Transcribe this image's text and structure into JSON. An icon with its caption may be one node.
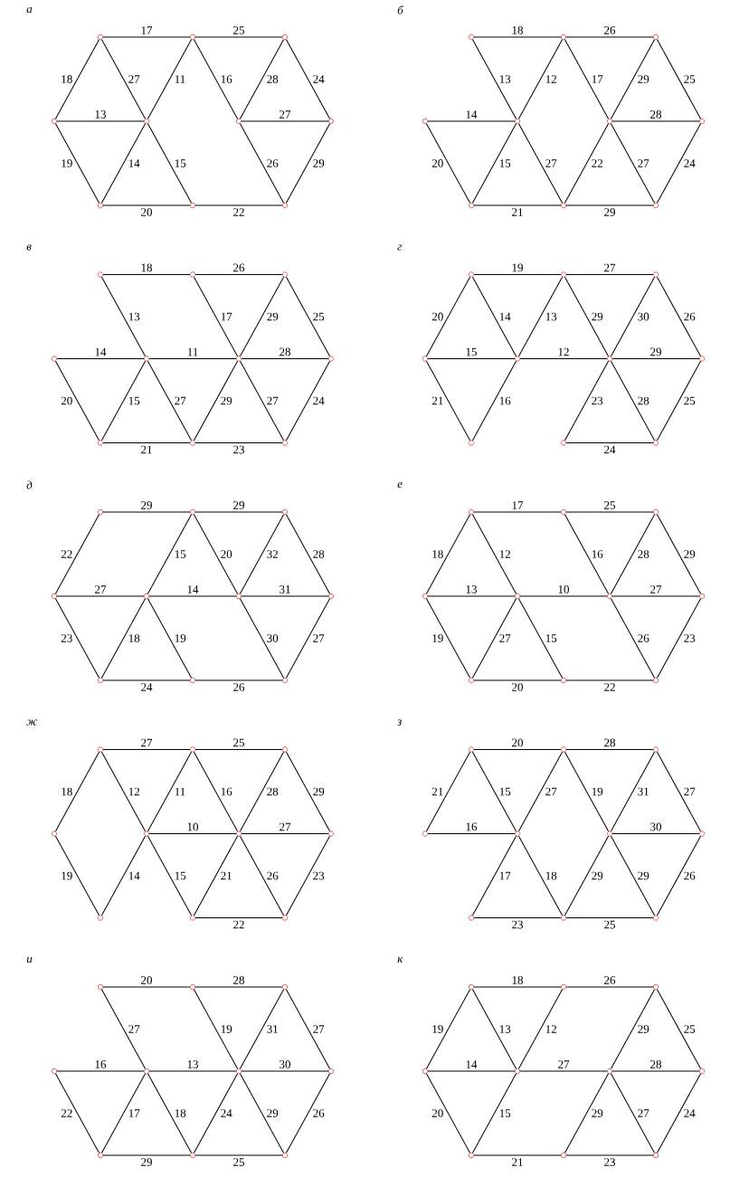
{
  "diagram": {
    "nodes": [
      {
        "text": [],
        "shape": "circle"
      },
      {
        "text": [],
        "shape": "circle"
      },
      {
        "text": [],
        "shape": "circle"
      },
      {
        "text": [],
        "shape": "circle"
      },
      {
        "text": [],
        "shape": "circle"
      },
      {
        "text": [],
        "shape": "circle"
      },
      {
        "text": [],
        "shape": "circle"
      },
      {
        "text": [],
        "shape": "circle"
      },
      {
        "text": [],
        "shape": "circle"
      },
      {
        "text": [],
        "shape": "circle"
      },
      {
        "text": [],
        "shape": "circle"
      },
      {
        "text": [],
        "shape": "circle"
      },
      {
        "text": [],
        "shape": "circle"
      },
      {
        "text": [],
        "shape": "circle"
      },
      {
        "text": [],
        "shape": "circle"
      },
      {
        "text": [],
        "shape": "circle"
      },
      {
        "text": [],
        "shape": "circle"
      },
      {
        "text": [],
        "shape": "circle"
      },
      {
        "text": [],
        "shape": "circle"
      },
      {
        "text": [],
        "shape": "circle"
      },
      {
        "text": [],
        "shape": "circle"
      },
      {
        "text": [],
        "shape": "circle"
      },
      {
        "text": [],
        "shape": "circle"
      },
      {
        "text": [],
        "shape": "circle"
      },
      {
        "text": [],
        "shape": "circle"
      },
      {
        "text": [],
        "shape": "circle"
      },
      {
        "text": [],
        "shape": "circle"
      },
      {
        "text": [],
        "shape": "circle"
      },
      {
        "text": [],
        "shape": "circle"
      },
      {
        "text": [],
        "shape": "circle"
      },
      {
        "text": [],
        "shape": "circle"
      },
      {
        "text": [],
        "shape": "circle"
      },
      {
        "text": [],
        "shape": "circle"
      },
      {
        "text": [],
        "shape": "circle"
      },
      {
        "text": [],
        "shape": "circle"
      },
      {
        "text": [],
        "shape": "circle"
      },
      {
        "text": [],
        "shape": "circle"
      },
      {
        "text": [],
        "shape": "circle"
      },
      {
        "text": [],
        "shape": "circle"
      },
      {
        "text": [],
        "shape": "circle"
      },
      {
        "text": [],
        "shape": "circle"
      },
      {
        "text": [],
        "shape": "circle"
      },
      {
        "text": [],
        "shape": "circle"
      },
      {
        "text": [],
        "shape": "circle"
      },
      {
        "text": [],
        "shape": "circle"
      },
      {
        "text": [],
        "shape": "circle"
      },
      {
        "text": [],
        "shape": "circle"
      },
      {
        "text": [],
        "shape": "circle"
      },
      {
        "text": [],
        "shape": "circle"
      },
      {
        "text": [],
        "shape": "circle"
      },
      {
        "text": [],
        "shape": "circle"
      },
      {
        "text": [],
        "shape": "circle"
      },
      {
        "text": [],
        "shape": "circle"
      },
      {
        "text": [],
        "shape": "circle"
      },
      {
        "text": [],
        "shape": "circle"
      },
      {
        "text": [],
        "shape": "circle"
      },
      {
        "text": [],
        "shape": "circle"
      },
      {
        "text": [],
        "shape": "circle"
      },
      {
        "text": [],
        "shape": "circle"
      },
      {
        "text": [],
        "shape": "circle"
      },
      {
        "text": [],
        "shape": "circle"
      },
      {
        "text": [],
        "shape": "circle"
      },
      {
        "text": [],
        "shape": "circle"
      },
      {
        "text": [],
        "shape": "circle"
      },
      {
        "text": [],
        "shape": "circle"
      },
      {
        "text": [],
        "shape": "circle"
      },
      {
        "text": [],
        "shape": "circle"
      },
      {
        "text": [],
        "shape": "circle"
      },
      {
        "text": [],
        "shape": "circle"
      },
      {
        "text": [],
        "shape": "circle"
      },
      {
        "text": [],
        "shape": "circle"
      },
      {
        "text": [],
        "shape": "circle"
      },
      {
        "text": [],
        "shape": "circle"
      },
      {
        "text": [],
        "shape": "circle"
      },
      {
        "text": [],
        "shape": "circle"
      },
      {
        "text": [],
        "shape": "circle"
      },
      {
        "text": [],
        "shape": "circle"
      },
      {
        "text": [],
        "shape": "circle"
      },
      {
        "text": [],
        "shape": "circle"
      },
      {
        "text": [],
        "shape": "circle"
      },
      {
        "text": [],
        "shape": "circle"
      },
      {
        "text": [],
        "shape": "circle"
      },
      {
        "text": [],
        "shape": "circle"
      },
      {
        "text": [],
        "shape": "circle"
      },
      {
        "text": [],
        "shape": "circle"
      },
      {
        "text": [],
        "shape": "circle"
      },
      {
        "text": [],
        "shape": "circle"
      },
      {
        "text": [],
        "shape": "circle"
      },
      {
        "text": [],
        "shape": "circle"
      },
      {
        "text": [],
        "shape": "circle"
      },
      {
        "text": [],
        "shape": "circle"
      },
      {
        "text": [],
        "shape": "circle"
      },
      {
        "text": [],
        "shape": "circle"
      },
      {
        "text": [],
        "shape": "circle"
      },
      {
        "text": [],
        "shape": "circle"
      },
      {
        "text": [],
        "shape": "circle"
      },
      {
        "text": [],
        "shape": "circle"
      },
      {
        "text": [],
        "shape": "circle"
      },
      {
        "text": [],
        "shape": "circle"
      },
      {
        "text": [],
        "shape": "circle"
      }
    ],
    "edges": [
      {
        "from": 0,
        "to": 1,
        "arrow": "none",
        "label": "17"
      },
      {
        "from": 1,
        "to": 2,
        "arrow": "none",
        "label": "25"
      },
      {
        "from": 3,
        "to": 0,
        "arrow": "none",
        "label": "18"
      },
      {
        "from": 0,
        "to": 4,
        "arrow": "none",
        "label": "27"
      },
      {
        "from": 1,
        "to": 4,
        "arrow": "none",
        "label": "11"
      },
      {
        "from": 1,
        "to": 5,
        "arrow": "none",
        "label": "16"
      },
      {
        "from": 2,
        "to": 5,
        "arrow": "none",
        "label": "28"
      },
      {
        "from": 2,
        "to": 6,
        "arrow": "none",
        "label": "24"
      },
      {
        "from": 3,
        "to": 4,
        "arrow": "none",
        "label": "13"
      },
      {
        "from": 5,
        "to": 6,
        "arrow": "none",
        "label": "27"
      },
      {
        "from": 3,
        "to": 7,
        "arrow": "none",
        "label": "19"
      },
      {
        "from": 4,
        "to": 7,
        "arrow": "none",
        "label": "14"
      },
      {
        "from": 4,
        "to": 8,
        "arrow": "none",
        "label": "15"
      },
      {
        "from": 5,
        "to": 9,
        "arrow": "none",
        "label": "26"
      },
      {
        "from": 6,
        "to": 9,
        "arrow": "none",
        "label": "29"
      },
      {
        "from": 7,
        "to": 8,
        "arrow": "none",
        "label": "20"
      },
      {
        "from": 8,
        "to": 9,
        "arrow": "none",
        "label": "22"
      },
      {
        "from": 10,
        "to": 11,
        "arrow": "none",
        "label": "18"
      },
      {
        "from": 11,
        "to": 12,
        "arrow": "none",
        "label": "26"
      },
      {
        "from": 10,
        "to": 14,
        "arrow": "none",
        "label": "13"
      },
      {
        "from": 11,
        "to": 14,
        "arrow": "none",
        "label": "12"
      },
      {
        "from": 11,
        "to": 15,
        "arrow": "none",
        "label": "17"
      },
      {
        "from": 12,
        "to": 15,
        "arrow": "none",
        "label": "29"
      },
      {
        "from": 12,
        "to": 16,
        "arrow": "none",
        "label": "25"
      },
      {
        "from": 13,
        "to": 14,
        "arrow": "none",
        "label": "14"
      },
      {
        "from": 15,
        "to": 16,
        "arrow": "none",
        "label": "28"
      },
      {
        "from": 13,
        "to": 17,
        "arrow": "none",
        "label": "20"
      },
      {
        "from": 14,
        "to": 17,
        "arrow": "none",
        "label": "15"
      },
      {
        "from": 14,
        "to": 18,
        "arrow": "none",
        "label": "27"
      },
      {
        "from": 15,
        "to": 18,
        "arrow": "none",
        "label": "22"
      },
      {
        "from": 15,
        "to": 19,
        "arrow": "none",
        "label": "27"
      },
      {
        "from": 16,
        "to": 19,
        "arrow": "none",
        "label": "24"
      },
      {
        "from": 17,
        "to": 18,
        "arrow": "none",
        "label": "21"
      },
      {
        "from": 18,
        "to": 19,
        "arrow": "none",
        "label": "29"
      },
      {
        "from": 20,
        "to": 21,
        "arrow": "none",
        "label": "18"
      },
      {
        "from": 21,
        "to": 22,
        "arrow": "none",
        "label": "26"
      },
      {
        "from": 20,
        "to": 24,
        "arrow": "none",
        "label": "13"
      },
      {
        "from": 21,
        "to": 25,
        "arrow": "none",
        "label": "17"
      },
      {
        "from": 22,
        "to": 25,
        "arrow": "none",
        "label": "29"
      },
      {
        "from": 22,
        "to": 26,
        "arrow": "none",
        "label": "25"
      },
      {
        "from": 23,
        "to": 24,
        "arrow": "none",
        "label": "14"
      },
      {
        "from": 24,
        "to": 25,
        "arrow": "none",
        "label": "11"
      },
      {
        "from": 25,
        "to": 26,
        "arrow": "none",
        "label": "28"
      },
      {
        "from": 23,
        "to": 27,
        "arrow": "none",
        "label": "20"
      },
      {
        "from": 24,
        "to": 27,
        "arrow": "none",
        "label": "15"
      },
      {
        "from": 24,
        "to": 28,
        "arrow": "none",
        "label": "27"
      },
      {
        "from": 25,
        "to": 28,
        "arrow": "none",
        "label": "29"
      },
      {
        "from": 25,
        "to": 29,
        "arrow": "none",
        "label": "27"
      },
      {
        "from": 26,
        "to": 29,
        "arrow": "none",
        "label": "24"
      },
      {
        "from": 27,
        "to": 28,
        "arrow": "none",
        "label": "21"
      },
      {
        "from": 28,
        "to": 29,
        "arrow": "none",
        "label": "23"
      },
      {
        "from": 30,
        "to": 31,
        "arrow": "none",
        "label": "19"
      },
      {
        "from": 31,
        "to": 32,
        "arrow": "none",
        "label": "27"
      },
      {
        "from": 33,
        "to": 30,
        "arrow": "none",
        "label": "20"
      },
      {
        "from": 30,
        "to": 34,
        "arrow": "none",
        "label": "14"
      },
      {
        "from": 31,
        "to": 34,
        "arrow": "none",
        "label": "13"
      },
      {
        "from": 31,
        "to": 35,
        "arrow": "none",
        "label": "29"
      },
      {
        "from": 32,
        "to": 35,
        "arrow": "none",
        "label": "30"
      },
      {
        "from": 32,
        "to": 36,
        "arrow": "none",
        "label": "26"
      },
      {
        "from": 33,
        "to": 34,
        "arrow": "none",
        "label": "15"
      },
      {
        "from": 34,
        "to": 35,
        "arrow": "none",
        "label": "12"
      },
      {
        "from": 35,
        "to": 36,
        "arrow": "none",
        "label": "29"
      },
      {
        "from": 33,
        "to": 37,
        "arrow": "none",
        "label": "21"
      },
      {
        "from": 34,
        "to": 37,
        "arrow": "none",
        "label": "16"
      },
      {
        "from": 35,
        "to": 38,
        "arrow": "none",
        "label": "23"
      },
      {
        "from": 35,
        "to": 39,
        "arrow": "none",
        "label": "28"
      },
      {
        "from": 36,
        "to": 39,
        "arrow": "none",
        "label": "25"
      },
      {
        "from": 38,
        "to": 39,
        "arrow": "none",
        "label": "24"
      },
      {
        "from": 40,
        "to": 41,
        "arrow": "none",
        "label": "29"
      },
      {
        "from": 41,
        "to": 42,
        "arrow": "none",
        "label": "29"
      },
      {
        "from": 43,
        "to": 40,
        "arrow": "none",
        "label": "22"
      },
      {
        "from": 41,
        "to": 44,
        "arrow": "none",
        "label": "15"
      },
      {
        "from": 41,
        "to": 45,
        "arrow": "none",
        "label": "20"
      },
      {
        "from": 42,
        "to": 45,
        "arrow": "none",
        "label": "32"
      },
      {
        "from": 42,
        "to": 46,
        "arrow": "none",
        "label": "28"
      },
      {
        "from": 43,
        "to": 44,
        "arrow": "none",
        "label": "27"
      },
      {
        "from": 44,
        "to": 45,
        "arrow": "none",
        "label": "14"
      },
      {
        "from": 45,
        "to": 46,
        "arrow": "none",
        "label": "31"
      },
      {
        "from": 43,
        "to": 47,
        "arrow": "none",
        "label": "23"
      },
      {
        "from": 44,
        "to": 47,
        "arrow": "none",
        "label": "18"
      },
      {
        "from": 44,
        "to": 48,
        "arrow": "none",
        "label": "19"
      },
      {
        "from": 45,
        "to": 49,
        "arrow": "none",
        "label": "30"
      },
      {
        "from": 46,
        "to": 49,
        "arrow": "none",
        "label": "27"
      },
      {
        "from": 47,
        "to": 48,
        "arrow": "none",
        "label": "24"
      },
      {
        "from": 48,
        "to": 49,
        "arrow": "none",
        "label": "26"
      },
      {
        "from": 50,
        "to": 51,
        "arrow": "none",
        "label": "17"
      },
      {
        "from": 51,
        "to": 52,
        "arrow": "none",
        "label": "25"
      },
      {
        "from": 53,
        "to": 50,
        "arrow": "none",
        "label": "18"
      },
      {
        "from": 50,
        "to": 54,
        "arrow": "none",
        "label": "12"
      },
      {
        "from": 51,
        "to": 55,
        "arrow": "none",
        "label": "16"
      },
      {
        "from": 52,
        "to": 55,
        "arrow": "none",
        "label": "28"
      },
      {
        "from": 52,
        "to": 56,
        "arrow": "none",
        "label": "29"
      },
      {
        "from": 53,
        "to": 54,
        "arrow": "none",
        "label": "13"
      },
      {
        "from": 54,
        "to": 55,
        "arrow": "none",
        "label": "10"
      },
      {
        "from": 55,
        "to": 56,
        "arrow": "none",
        "label": "27"
      },
      {
        "from": 53,
        "to": 57,
        "arrow": "none",
        "label": "19"
      },
      {
        "from": 54,
        "to": 57,
        "arrow": "none",
        "label": "27"
      },
      {
        "from": 54,
        "to": 58,
        "arrow": "none",
        "label": "15"
      },
      {
        "from": 55,
        "to": 59,
        "arrow": "none",
        "label": "26"
      },
      {
        "from": 56,
        "to": 59,
        "arrow": "none",
        "label": "23"
      },
      {
        "from": 57,
        "to": 58,
        "arrow": "none",
        "label": "20"
      },
      {
        "from": 58,
        "to": 59,
        "arrow": "none",
        "label": "22"
      },
      {
        "from": 60,
        "to": 61,
        "arrow": "none",
        "label": "27"
      },
      {
        "from": 61,
        "to": 62,
        "arrow": "none",
        "label": "25"
      },
      {
        "from": 63,
        "to": 60,
        "arrow": "none",
        "label": "18"
      },
      {
        "from": 60,
        "to": 64,
        "arrow": "none",
        "label": "12"
      },
      {
        "from": 61,
        "to": 64,
        "arrow": "none",
        "label": "11"
      },
      {
        "from": 61,
        "to": 65,
        "arrow": "none",
        "label": "16"
      },
      {
        "from": 62,
        "to": 65,
        "arrow": "none",
        "label": "28"
      },
      {
        "from": 62,
        "to": 66,
        "arrow": "none",
        "label": "29"
      },
      {
        "from": 64,
        "to": 65,
        "arrow": "none",
        "label": "10"
      },
      {
        "from": 65,
        "to": 66,
        "arrow": "none",
        "label": "27"
      },
      {
        "from": 63,
        "to": 67,
        "arrow": "none",
        "label": "19"
      },
      {
        "from": 64,
        "to": 67,
        "arrow": "none",
        "label": "14"
      },
      {
        "from": 64,
        "to": 68,
        "arrow": "none",
        "label": "15"
      },
      {
        "from": 65,
        "to": 68,
        "arrow": "none",
        "label": "21"
      },
      {
        "from": 65,
        "to": 69,
        "arrow": "none",
        "label": "26"
      },
      {
        "from": 66,
        "to": 69,
        "arrow": "none",
        "label": "23"
      },
      {
        "from": 68,
        "to": 69,
        "arrow": "none",
        "label": "22"
      },
      {
        "from": 70,
        "to": 71,
        "arrow": "none",
        "label": "20"
      },
      {
        "from": 71,
        "to": 72,
        "arrow": "none",
        "label": "28"
      },
      {
        "from": 73,
        "to": 70,
        "arrow": "none",
        "label": "21"
      },
      {
        "from": 70,
        "to": 74,
        "arrow": "none",
        "label": "15"
      },
      {
        "from": 71,
        "to": 74,
        "arrow": "none",
        "label": "27"
      },
      {
        "from": 71,
        "to": 75,
        "arrow": "none",
        "label": "19"
      },
      {
        "from": 72,
        "to": 75,
        "arrow": "none",
        "label": "31"
      },
      {
        "from": 72,
        "to": 76,
        "arrow": "none",
        "label": "27"
      },
      {
        "from": 73,
        "to": 74,
        "arrow": "none",
        "label": "16"
      },
      {
        "from": 75,
        "to": 76,
        "arrow": "none",
        "label": "30"
      },
      {
        "from": 74,
        "to": 77,
        "arrow": "none",
        "label": "17"
      },
      {
        "from": 74,
        "to": 78,
        "arrow": "none",
        "label": "18"
      },
      {
        "from": 75,
        "to": 78,
        "arrow": "none",
        "label": "29"
      },
      {
        "from": 75,
        "to": 79,
        "arrow": "none",
        "label": "29"
      },
      {
        "from": 76,
        "to": 79,
        "arrow": "none",
        "label": "26"
      },
      {
        "from": 77,
        "to": 78,
        "arrow": "none",
        "label": "23"
      },
      {
        "from": 78,
        "to": 79,
        "arrow": "none",
        "label": "25"
      },
      {
        "from": 80,
        "to": 81,
        "arrow": "none",
        "label": "20"
      },
      {
        "from": 81,
        "to": 82,
        "arrow": "none",
        "label": "28"
      },
      {
        "from": 80,
        "to": 84,
        "arrow": "none",
        "label": "27"
      },
      {
        "from": 81,
        "to": 85,
        "arrow": "none",
        "label": "19"
      },
      {
        "from": 82,
        "to": 85,
        "arrow": "none",
        "label": "31"
      },
      {
        "from": 82,
        "to": 86,
        "arrow": "none",
        "label": "27"
      },
      {
        "from": 83,
        "to": 84,
        "arrow": "none",
        "label": "16"
      },
      {
        "from": 84,
        "to": 85,
        "arrow": "none",
        "label": "13"
      },
      {
        "from": 85,
        "to": 86,
        "arrow": "none",
        "label": "30"
      },
      {
        "from": 83,
        "to": 87,
        "arrow": "none",
        "label": "22"
      },
      {
        "from": 84,
        "to": 87,
        "arrow": "none",
        "label": "17"
      },
      {
        "from": 84,
        "to": 88,
        "arrow": "none",
        "label": "18"
      },
      {
        "from": 85,
        "to": 88,
        "arrow": "none",
        "label": "24"
      },
      {
        "from": 85,
        "to": 89,
        "arrow": "none",
        "label": "29"
      },
      {
        "from": 86,
        "to": 89,
        "arrow": "none",
        "label": "26"
      },
      {
        "from": 87,
        "to": 88,
        "arrow": "none",
        "label": "29"
      },
      {
        "from": 88,
        "to": 89,
        "arrow": "none",
        "label": "25"
      },
      {
        "from": 90,
        "to": 91,
        "arrow": "none",
        "label": "18"
      },
      {
        "from": 91,
        "to": 92,
        "arrow": "none",
        "label": "26"
      },
      {
        "from": 93,
        "to": 90,
        "arrow": "none",
        "label": "19"
      },
      {
        "from": 90,
        "to": 94,
        "arrow": "none",
        "label": "13"
      },
      {
        "from": 91,
        "to": 94,
        "arrow": "none",
        "label": "12"
      },
      {
        "from": 92,
        "to": 95,
        "arrow": "none",
        "label": "29"
      },
      {
        "from": 92,
        "to": 96,
        "arrow": "none",
        "label": "25"
      },
      {
        "from": 93,
        "to": 94,
        "arrow": "none",
        "label": "14"
      },
      {
        "from": 94,
        "to": 95,
        "arrow": "none",
        "label": "27"
      },
      {
        "from": 95,
        "to": 96,
        "arrow": "none",
        "label": "28"
      },
      {
        "from": 93,
        "to": 97,
        "arrow": "none",
        "label": "20"
      },
      {
        "from": 94,
        "to": 97,
        "arrow": "none",
        "label": "15"
      },
      {
        "from": 95,
        "to": 98,
        "arrow": "none",
        "label": "29"
      },
      {
        "from": 95,
        "to": 99,
        "arrow": "none",
        "label": "27"
      },
      {
        "from": 96,
        "to": 99,
        "arrow": "none",
        "label": "24"
      },
      {
        "from": 97,
        "to": 98,
        "arrow": "none",
        "label": "21"
      },
      {
        "from": 98,
        "to": 99,
        "arrow": "none",
        "label": "23"
      }
    ],
    "labels": [
      "а",
      "б",
      "в",
      "г",
      "д",
      "е",
      "ж",
      "з",
      "и",
      "к"
    ]
  }
}
